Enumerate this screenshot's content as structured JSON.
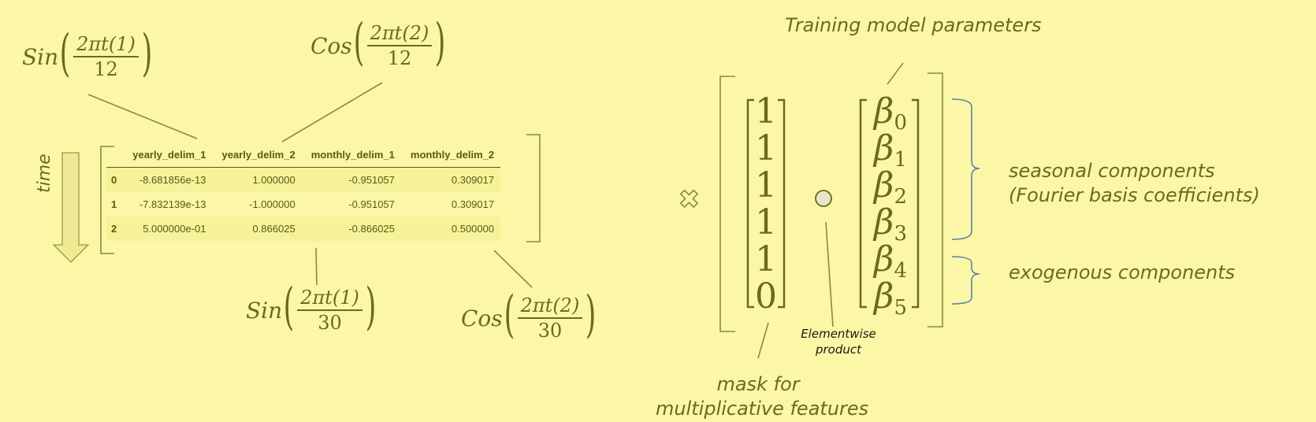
{
  "formulas": {
    "top_left": {
      "fn": "Sin",
      "num": "2πt(1)",
      "den": "12"
    },
    "top_mid": {
      "fn": "Cos",
      "num": "2πt(2)",
      "den": "12"
    },
    "bottom_left": {
      "fn": "Sin",
      "num": "2πt(1)",
      "den": "30"
    },
    "bottom_right": {
      "fn": "Cos",
      "num": "2πt(2)",
      "den": "30"
    }
  },
  "time_label": "time",
  "table": {
    "headers": [
      "",
      "yearly_delim_1",
      "yearly_delim_2",
      "monthly_delim_1",
      "monthly_delim_2"
    ],
    "rows": [
      [
        "0",
        "-8.681856e-13",
        "1.000000",
        "-0.951057",
        "0.309017"
      ],
      [
        "1",
        "-7.832139e-13",
        "-1.000000",
        "-0.951057",
        "0.309017"
      ],
      [
        "2",
        "5.000000e-01",
        "0.866025",
        "-0.866025",
        "0.500000"
      ]
    ]
  },
  "times_symbol": "✖",
  "mask_vector": [
    "1",
    "1",
    "1",
    "1",
    "1",
    "0"
  ],
  "beta_vector": [
    {
      "sym": "β",
      "sub": "0"
    },
    {
      "sym": "β",
      "sub": "1"
    },
    {
      "sym": "β",
      "sub": "2"
    },
    {
      "sym": "β",
      "sub": "3"
    },
    {
      "sym": "β",
      "sub": "4"
    },
    {
      "sym": "β",
      "sub": "5"
    }
  ],
  "labels": {
    "training_params": "Training model parameters",
    "seasonal_line1": "seasonal components",
    "seasonal_line2": "(Fourier basis coefficients)",
    "exogenous": "exogenous components",
    "elementwise_line1": "Elementwise",
    "elementwise_line2": "product",
    "mask_line1": "mask for",
    "mask_line2": "multiplicative features"
  },
  "colors": {
    "background": "#fbf7a6",
    "ink": "#6b6b1a",
    "brace": "#5b84a8",
    "arrow_fill": "#eeeb94"
  }
}
